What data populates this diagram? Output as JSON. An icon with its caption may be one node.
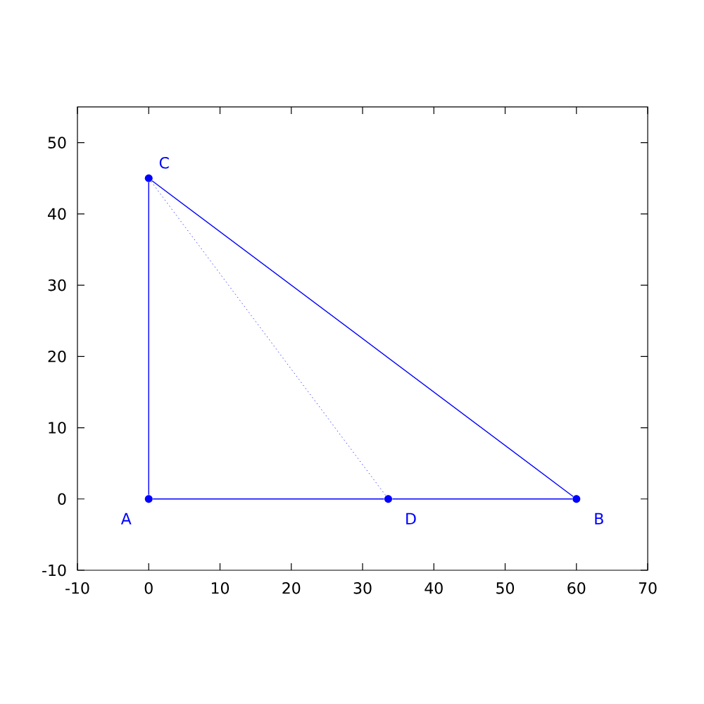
{
  "diagram": {
    "nodes": [
      {
        "text": [
          "C"
        ]
      },
      {
        "text": [
          "A"
        ]
      },
      {
        "text": [
          "D"
        ]
      },
      {
        "text": [
          "B"
        ]
      }
    ],
    "edges": [
      {
        "from": 1,
        "to": 2,
        "arrow": "none"
      },
      {
        "from": 2,
        "to": 3,
        "arrow": "none"
      },
      {
        "from": 1,
        "to": 0,
        "arrow": "none"
      },
      {
        "from": 0,
        "to": 3,
        "arrow": "none"
      },
      {
        "from": 0,
        "to": 2,
        "arrow": "none",
        "style": "dashed"
      }
    ],
    "chart_data": {
      "type": "scatter",
      "xlim": [
        -10,
        70
      ],
      "ylim": [
        -10,
        55
      ],
      "xticks": [
        -10,
        0,
        10,
        20,
        30,
        40,
        50,
        60,
        70
      ],
      "yticks": [
        -10,
        0,
        10,
        20,
        30,
        40,
        50
      ]
    }
  }
}
